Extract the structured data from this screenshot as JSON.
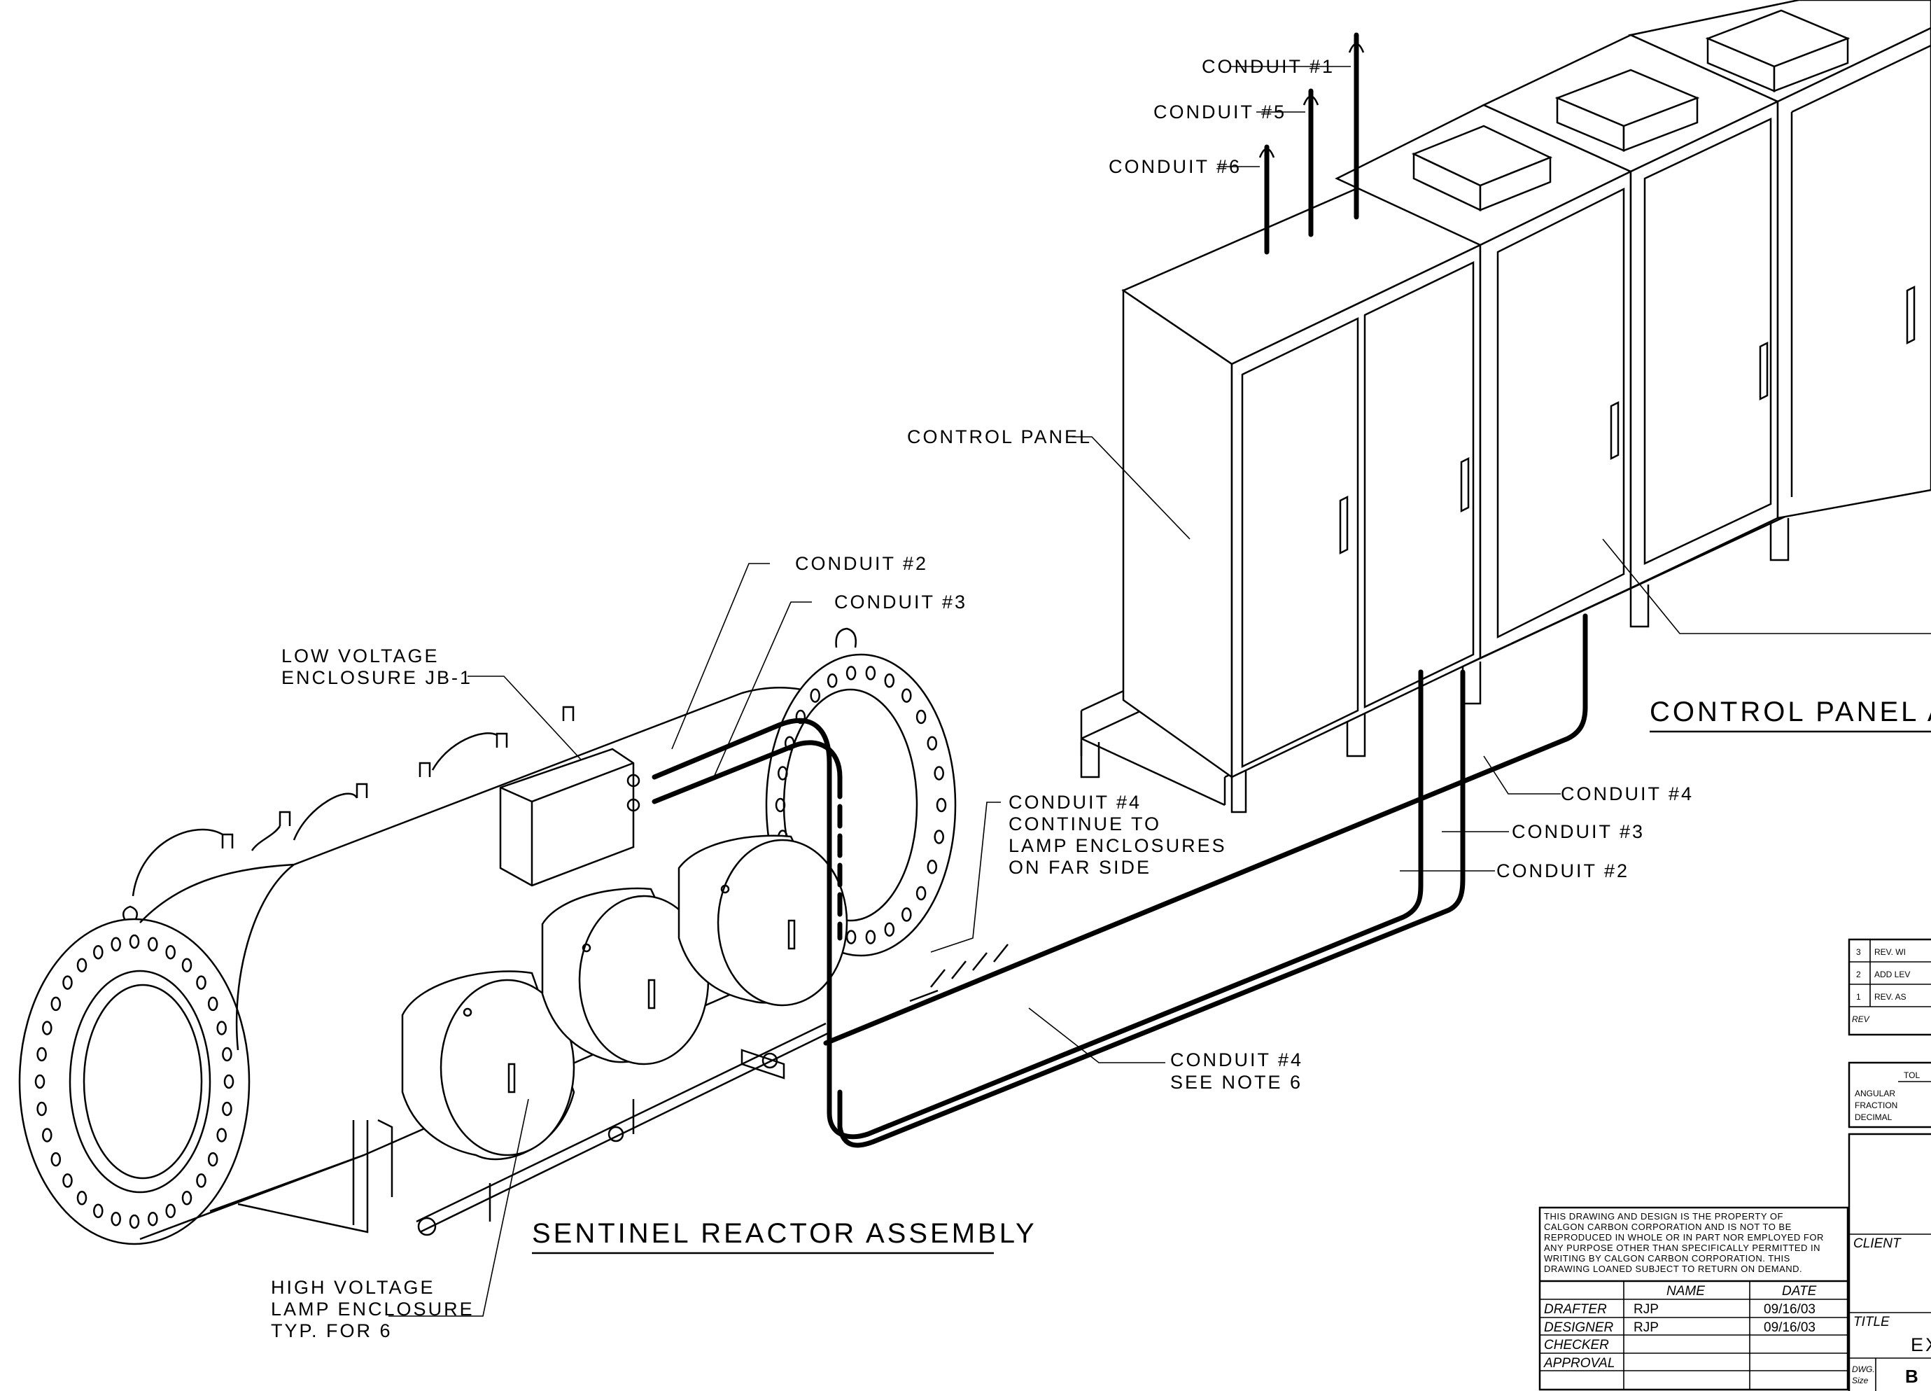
{
  "labels": {
    "conduit1": "CONDUIT #1",
    "conduit5": "CONDUIT #5",
    "conduit6": "CONDUIT #6",
    "control_panel": "CONTROL PANEL",
    "conduit2_top": "CONDUIT #2",
    "conduit3_top": "CONDUIT #3",
    "lv_line1": "LOW VOLTAGE",
    "lv_line2": "ENCLOSURE JB-1",
    "c4_cont_line1": "CONDUIT #4",
    "c4_cont_line2": "CONTINUE TO",
    "c4_cont_line3": "LAMP ENCLOSURES",
    "c4_cont_line4": "ON FAR SIDE",
    "conduit4_right": "CONDUIT #4",
    "conduit3_right": "CONDUIT #3",
    "conduit2_right": "CONDUIT #2",
    "c4_note_line1": "CONDUIT #4",
    "c4_note_line2": "SEE NOTE 6",
    "hv_line1": "HIGH VOLTAGE",
    "hv_line2": "LAMP ENCLOSURE",
    "hv_line3": "TYP. FOR 6",
    "sentinel_title": "SENTINEL REACTOR ASSEMBLY",
    "control_panel_title": "CONTROL PANEL A"
  },
  "notice": [
    "THIS DRAWING AND DESIGN IS THE PROPERTY OF",
    "CALGON CARBON CORPORATION AND IS NOT TO BE",
    "REPRODUCED IN WHOLE OR IN PART NOR EMPLOYED FOR",
    "ANY PURPOSE OTHER THAN SPECIFICALLY PERMITTED IN",
    "WRITING BY CALGON CARBON CORPORATION.  THIS",
    "DRAWING LOANED SUBJECT TO RETURN ON DEMAND."
  ],
  "signoff": {
    "col_name": "NAME",
    "col_date": "DATE",
    "rows": [
      {
        "role": "DRAFTER",
        "name": "RJP",
        "date": "09/16/03"
      },
      {
        "role": "DESIGNER",
        "name": "RJP",
        "date": "09/16/03"
      },
      {
        "role": "CHECKER",
        "name": "",
        "date": ""
      },
      {
        "role": "APPROVAL",
        "name": "",
        "date": ""
      }
    ]
  },
  "revisions": [
    {
      "rev": "3",
      "desc": "REV. WI"
    },
    {
      "rev": "2",
      "desc": "ADD LEV"
    },
    {
      "rev": "1",
      "desc": "REV. AS"
    }
  ],
  "rev_header": "REV",
  "tolerance": {
    "title": "TOL",
    "lines": [
      "ANGULAR",
      "FRACTION",
      "DECIMAL"
    ]
  },
  "titleblock": {
    "client_label": "CLIENT",
    "title_label": "TITLE",
    "title_partial": "EX",
    "dwg_size_label_1": "DWG.",
    "dwg_size_label_2": "Size",
    "dwg_size": "B"
  }
}
